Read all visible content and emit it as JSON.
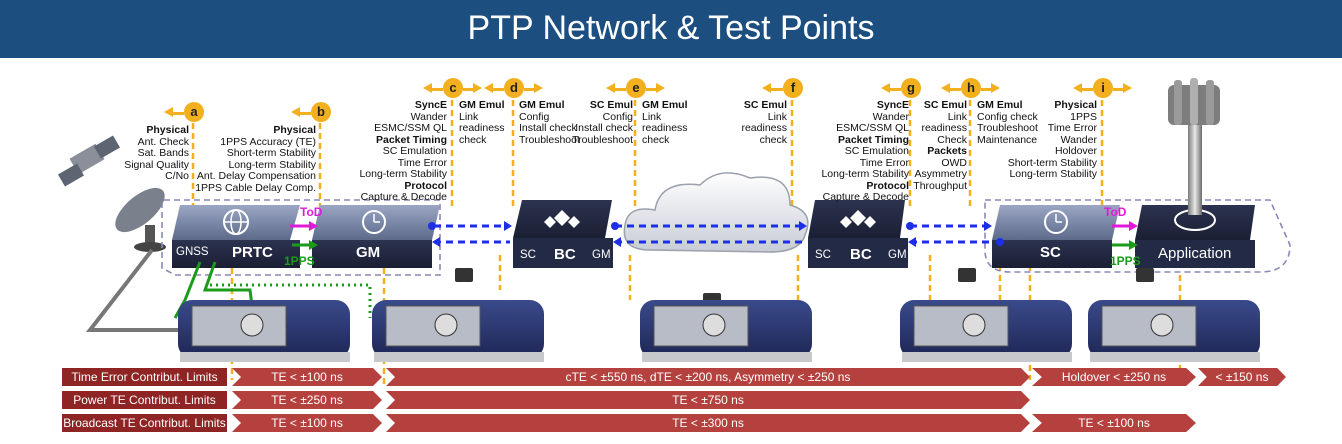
{
  "title": "PTP Network & Test Points",
  "test_points": {
    "a": {
      "letter": "a",
      "lines": [
        "Physical",
        "Ant. Check",
        "Sat. Bands",
        "Signal Quality",
        "C/No"
      ]
    },
    "b": {
      "letter": "b",
      "lines": [
        "Physical",
        "1PPS Accuracy (TE)",
        "Short-term Stability",
        "Long-term Stability",
        "Ant. Delay Compensation",
        "1PPS Cable Delay Comp."
      ]
    },
    "c": {
      "letter": "c",
      "left": [
        "SyncE",
        "Wander",
        "ESMC/SSM QL",
        "Packet Timing",
        "SC Emulation",
        "Time Error",
        "Long-term Stability",
        "Protocol",
        "Capture & Decode"
      ],
      "right": [
        "GM Emul",
        "Link",
        "readiness",
        "check"
      ]
    },
    "d": {
      "letter": "d",
      "lines": [
        "GM Emul",
        "Config",
        "Install check",
        "Troubleshoot"
      ]
    },
    "e": {
      "letter": "e",
      "left": [
        "SC Emul",
        "Config",
        "Install check",
        "Troubleshoot"
      ],
      "right": [
        "GM Emul",
        "Link",
        "readiness",
        "check"
      ]
    },
    "f": {
      "letter": "f",
      "lines": [
        "SC Emul",
        "Link",
        "readiness",
        "check"
      ]
    },
    "g": {
      "letter": "g",
      "lines": [
        "SyncE",
        "Wander",
        "ESMC/SSM QL",
        "Packet Timing",
        "SC Emulation",
        "Time Error",
        "Long-term Stability",
        "Protocol",
        "Capture & Decode"
      ]
    },
    "h": {
      "letter": "h",
      "left": [
        "SC Emul",
        "Link",
        "readiness",
        "Check",
        "Packets",
        "OWD",
        "Asymmetry",
        "Throughput"
      ],
      "right": [
        "GM Emul",
        "Config check",
        "Troubleshoot",
        "Maintenance"
      ]
    },
    "i": {
      "letter": "i",
      "lines": [
        "Physical",
        "1PPS",
        "Time Error",
        "Wander",
        "Holdover",
        "Short-term Stability",
        "Long-term Stability"
      ]
    }
  },
  "devices": {
    "prtc": {
      "left": "GNSS",
      "label": "PRTC"
    },
    "gm": {
      "label": "GM"
    },
    "bc1": {
      "left": "SC",
      "label": "BC",
      "right": "GM"
    },
    "bc2": {
      "left": "SC",
      "label": "BC",
      "right": "GM"
    },
    "sc": {
      "label": "SC"
    },
    "app": {
      "label": "Application"
    }
  },
  "signals": {
    "tod1": "ToD",
    "pps1": "1PPS",
    "tod2": "ToD",
    "pps2": "1PPS"
  },
  "limits": [
    {
      "label": "Time Error Contribut. Limits",
      "segments": [
        "TE < ±100 ns",
        "cTE < ±550 ns,     dTE < ±200 ns,     Asymmetry < ±250 ns",
        "Holdover < ±250 ns",
        "< ±150 ns"
      ]
    },
    {
      "label": "Power TE Contribut. Limits",
      "segments": [
        "TE < ±250 ns",
        "TE < ±750 ns"
      ]
    },
    {
      "label": "Broadcast TE Contribut. Limits",
      "segments": [
        "TE < ±100 ns",
        "TE < ±300 ns",
        "TE < ±100 ns"
      ]
    }
  ],
  "colors": {
    "title_bg": "#1c4e80",
    "badge": "#f2b01e",
    "limit_label": "#8e2424",
    "limit_segment": "#b5413f",
    "ptp_link": "#1d2ee8",
    "pps": "#1a9c1a",
    "tod": "#e01ad8",
    "device": "#2d3550"
  }
}
